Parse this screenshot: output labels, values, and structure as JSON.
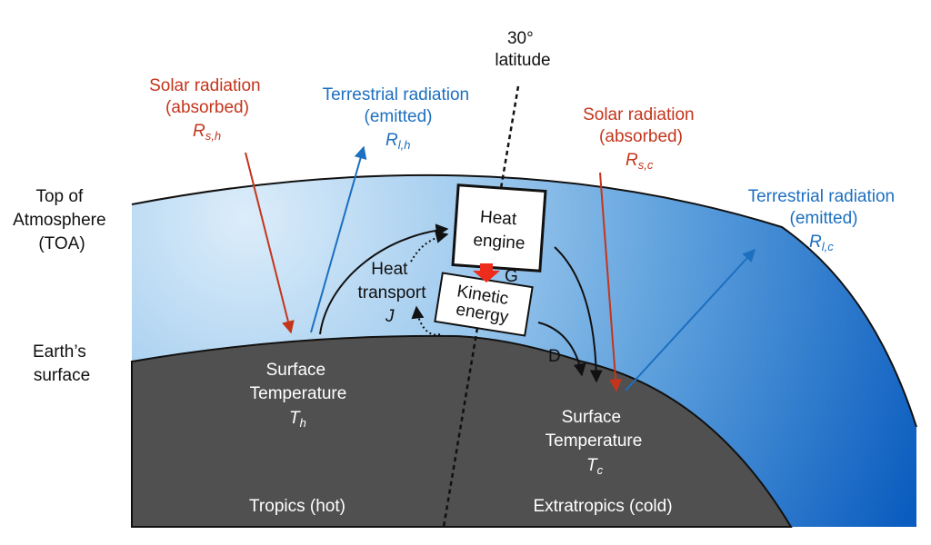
{
  "latitude": {
    "line1": "30°",
    "line2": "latitude"
  },
  "solar_tropics": {
    "line1": "Solar radiation",
    "line2": "(absorbed)",
    "symbol": "R",
    "sub": "s,h"
  },
  "terrestrial_tropics": {
    "line1": "Terrestrial radiation",
    "line2": "(emitted)",
    "symbol": "R",
    "sub": "l,h"
  },
  "solar_extratropics": {
    "line1": "Solar radiation",
    "line2": "(absorbed)",
    "symbol": "R",
    "sub": "s,c"
  },
  "terrestrial_extratropics": {
    "line1": "Terrestrial radiation",
    "line2": "(emitted)",
    "symbol": "R",
    "sub": "l,c"
  },
  "toa": {
    "line1": "Top of",
    "line2": "Atmosphere",
    "line3": "(TOA)"
  },
  "surface": {
    "line1": "Earth’s",
    "line2": "surface"
  },
  "heat_engine": {
    "line1": "Heat",
    "line2": "engine"
  },
  "kinetic_energy": {
    "line1": "Kinetic",
    "line2": "energy"
  },
  "heat_transport": {
    "line1": "Heat",
    "line2": "transport",
    "symbol": "J"
  },
  "generation": "G",
  "dissipation": "D",
  "surface_temp_hot": {
    "line1": "Surface",
    "line2": "Temperature",
    "symbol": "T",
    "sub": "h"
  },
  "surface_temp_cold": {
    "line1": "Surface",
    "line2": "Temperature",
    "symbol": "T",
    "sub": "c"
  },
  "region_hot": "Tropics (hot)",
  "region_cold": "Extratropics (cold)",
  "colors": {
    "solar": "#c4351c",
    "terrestrial": "#1d6fc0",
    "earth": "#505050",
    "gen_arrow": "#ee2c1c"
  }
}
